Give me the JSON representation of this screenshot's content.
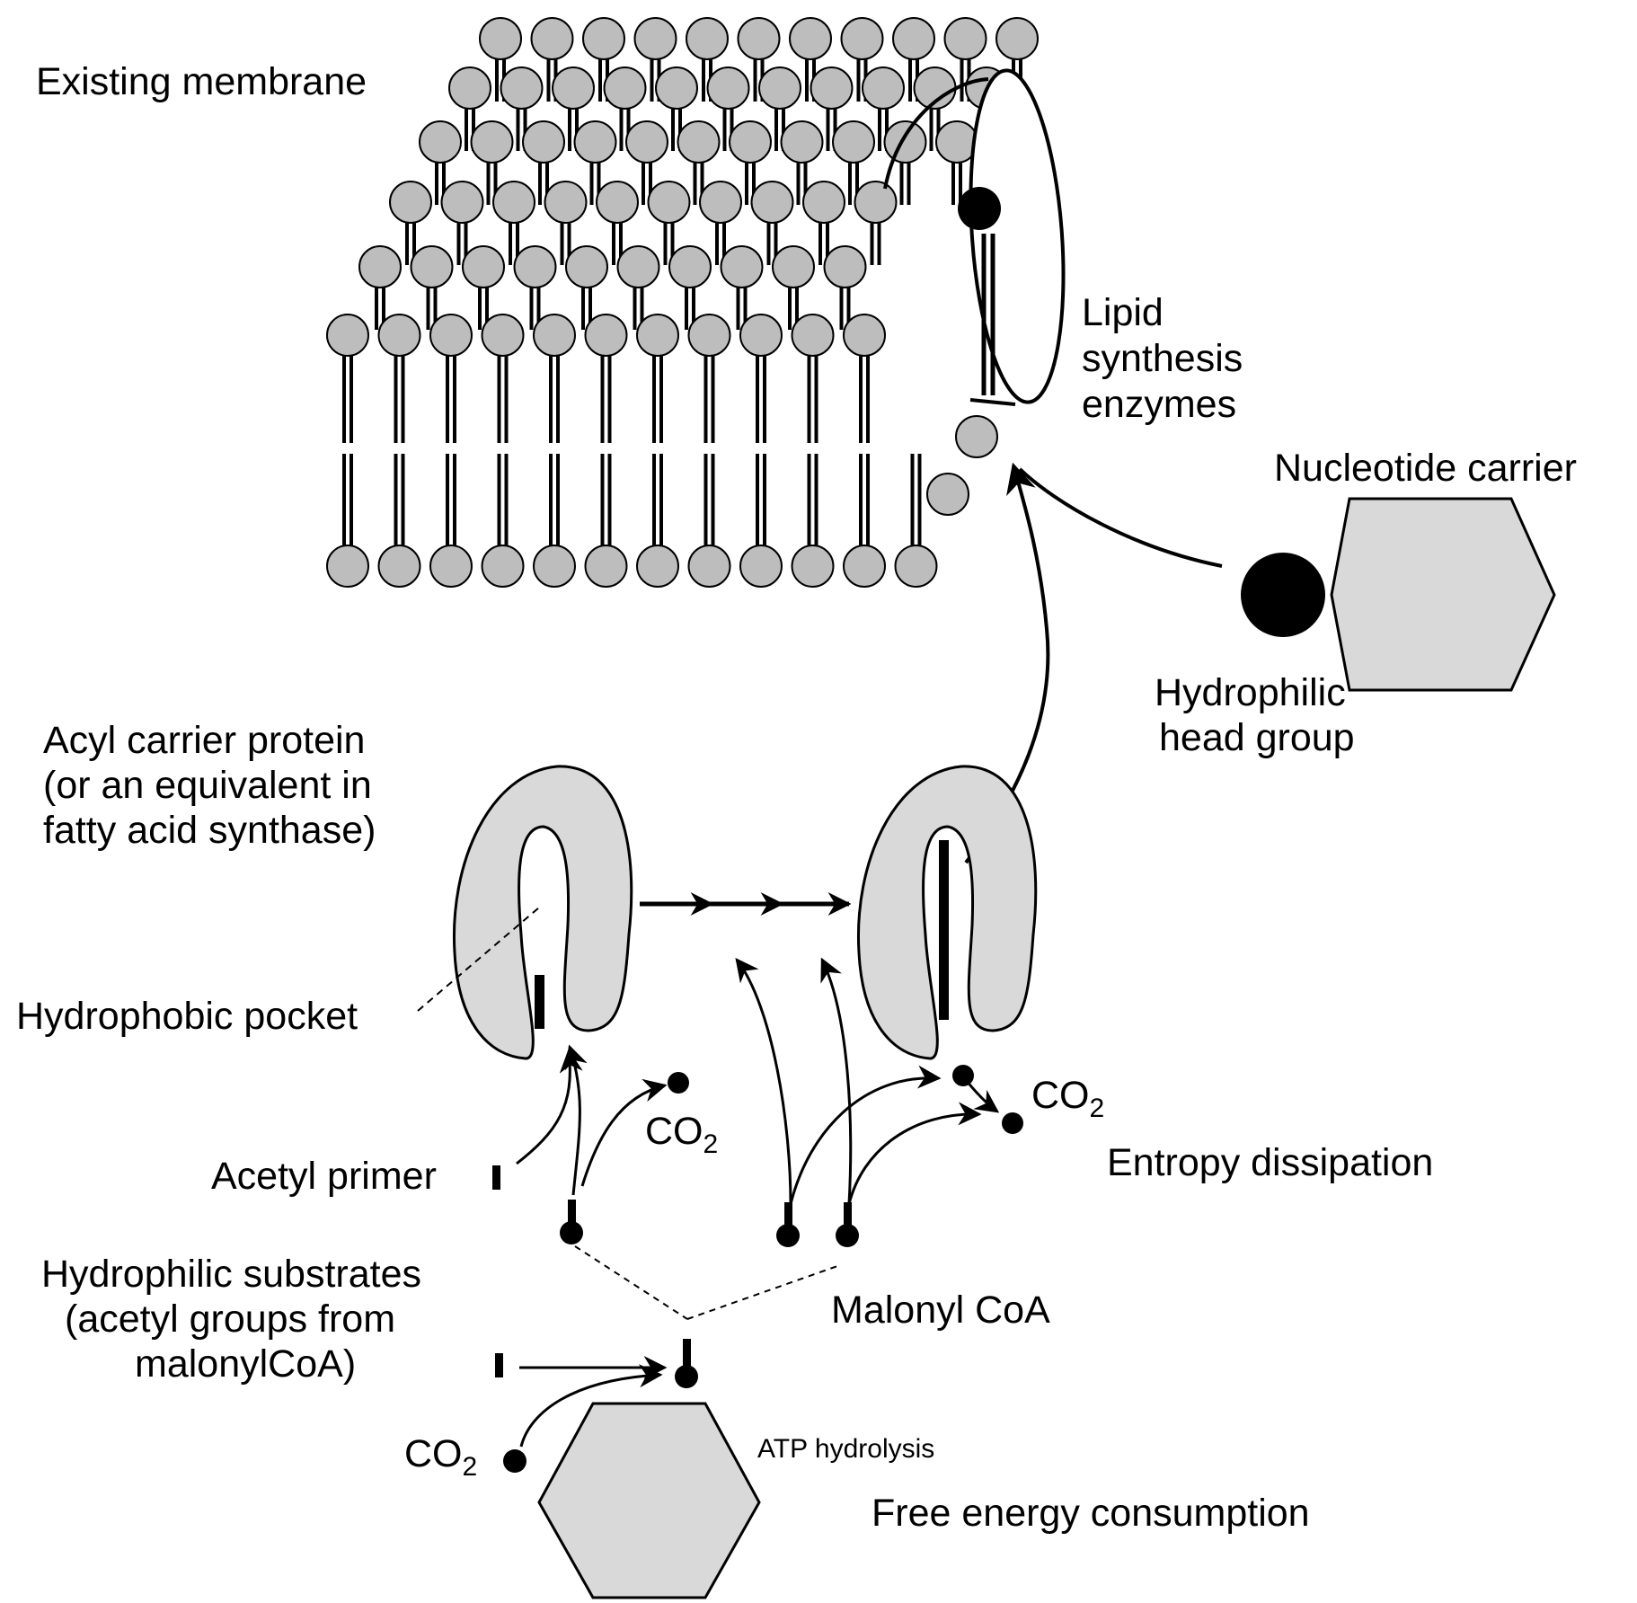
{
  "labels": {
    "existing_membrane": "Existing membrane",
    "lipid_synthesis": [
      "Lipid",
      "synthesis",
      "enzymes"
    ],
    "nucleotide_carrier": "Nucleotide carrier",
    "hydrophilic_head": [
      "Hydrophilic",
      "head group"
    ],
    "acyl_carrier": [
      "Acyl carrier protein",
      "(or an equivalent in",
      "fatty acid synthase)"
    ],
    "hydrophobic_pocket": "Hydrophobic pocket",
    "co2_main": "CO",
    "co2_sub": "2",
    "acetyl_primer": "Acetyl primer",
    "entropy_dissipation": "Entropy dissipation",
    "hydrophilic_substrates": [
      "Hydrophilic substrates",
      "(acetyl groups from",
      "malonylCoA)"
    ],
    "malonyl_coa": "Malonyl CoA",
    "atp_hydrolysis": "ATP hydrolysis",
    "free_energy": "Free energy consumption"
  },
  "colors": {
    "lipid_head": "#bdbdbd",
    "protein_fill": "#d9d9d9",
    "hexagon_fill": "#d9d9d9",
    "ink": "#000000",
    "background": "#ffffff"
  }
}
